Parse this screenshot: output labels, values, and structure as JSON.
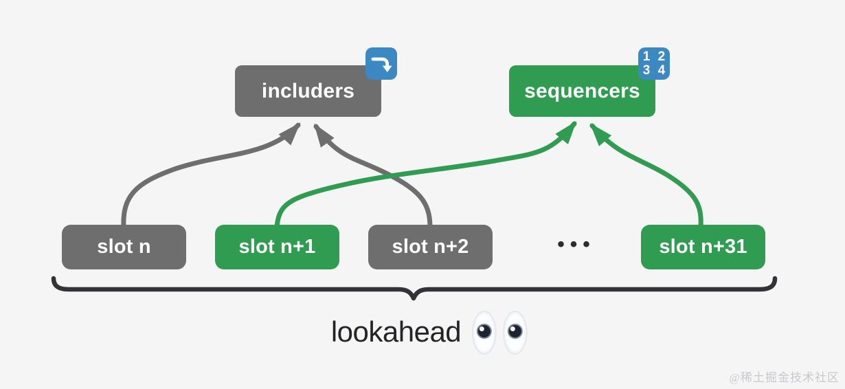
{
  "palette": {
    "background": "#f5f5f6",
    "gray": "#6e6e6e",
    "green": "#309c52",
    "badge_blue": "#3b88c3",
    "brace_dark": "#333336",
    "dots_dark": "#2c2c2f",
    "caption_dark": "#242427",
    "watermark_color": "#c9c9cc"
  },
  "diagram": {
    "nodes": {
      "includers": {
        "label": "includers",
        "color": "gray",
        "badge_icon": "arrow-curving-down-icon"
      },
      "sequencers": {
        "label": "sequencers",
        "color": "green",
        "badge_icon": "input-numbers-icon",
        "badge_lines": [
          "1 2",
          "3 4"
        ]
      }
    },
    "slots": [
      {
        "label": "slot n",
        "color": "gray"
      },
      {
        "label": "slot n+1",
        "color": "green"
      },
      {
        "label": "slot n+2",
        "color": "gray"
      },
      {
        "label": "slot n+31",
        "color": "green"
      }
    ],
    "ellipsis": "•••",
    "edges": [
      {
        "from": "slot n",
        "to": "includers",
        "color": "gray"
      },
      {
        "from": "slot n+1",
        "to": "sequencers",
        "color": "green"
      },
      {
        "from": "slot n+2",
        "to": "includers",
        "color": "gray"
      },
      {
        "from": "slot n+31",
        "to": "sequencers",
        "color": "green"
      }
    ],
    "caption": {
      "text": "lookahead",
      "emoji": "eyes"
    },
    "watermark": "@稀土掘金技术社区"
  }
}
